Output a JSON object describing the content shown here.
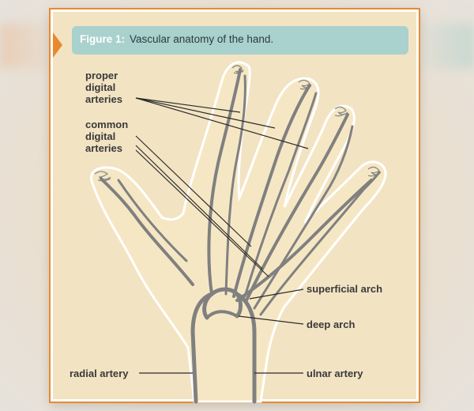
{
  "figure": {
    "label": "Figure 1:",
    "title": "Vascular anatomy of the hand."
  },
  "labels": {
    "proper_digital_arteries": [
      "proper",
      "digital",
      "arteries"
    ],
    "common_digital_arteries": [
      "common",
      "digital",
      "arteries"
    ],
    "superficial_arch": "superficial arch",
    "deep_arch": "deep arch",
    "radial_artery": "radial artery",
    "ulnar_artery": "ulnar artery"
  },
  "colors": {
    "frame_accent": "#e8892f",
    "caption_bg": "#a9d1cd",
    "panel_bg": "#f2e3c3",
    "hand_fill": "#f6e7c4",
    "artery": "#808080"
  }
}
